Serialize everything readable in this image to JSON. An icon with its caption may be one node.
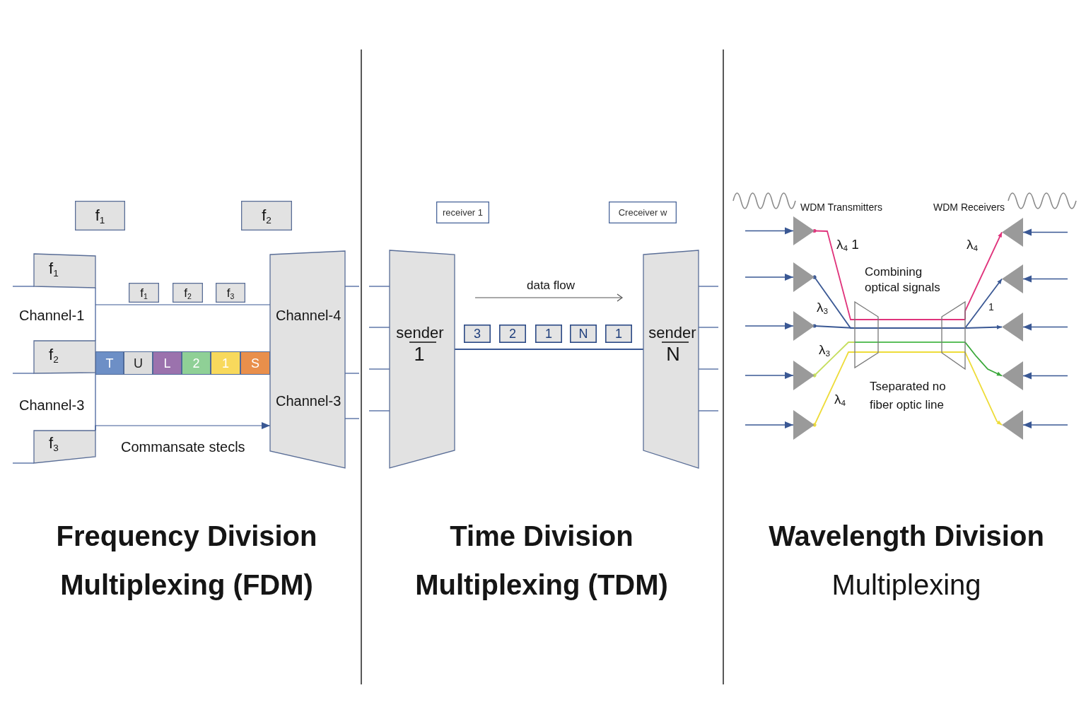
{
  "diagram": {
    "nodes": [
      {
        "text": [
          "f$_{1}$"
        ]
      },
      {
        "text": [
          "f$_{2}$"
        ]
      },
      {
        "text": [
          "f$_{1}$"
        ]
      },
      {
        "text": [
          "f$_{2}$"
        ]
      },
      {
        "text": [
          "f$_{3}$"
        ]
      },
      {
        "text": [
          "f$_{1}$"
        ]
      },
      {
        "text": [
          "f$_{2}$"
        ]
      },
      {
        "text": [
          "f$_{3}$"
        ]
      },
      {
        "text": [
          "Channel-4",
          "Channel-3"
        ]
      },
      {
        "text": [
          "T"
        ]
      },
      {
        "text": [
          "U"
        ]
      },
      {
        "text": [
          "L"
        ]
      },
      {
        "text": [
          "2"
        ]
      },
      {
        "text": [
          "1"
        ]
      },
      {
        "text": [
          "S"
        ]
      },
      {
        "text": [
          "receiver 1"
        ]
      },
      {
        "text": [
          "Creceiver w"
        ]
      },
      {
        "text": [
          "sender",
          "1"
        ]
      },
      {
        "text": [
          "sender",
          "N"
        ]
      },
      {
        "text": [
          "3"
        ]
      },
      {
        "text": [
          "2"
        ]
      },
      {
        "text": [
          "1"
        ]
      },
      {
        "text": [
          "N"
        ]
      },
      {
        "text": [
          "1"
        ]
      },
      {
        "text": [],
        "shape": "triangle"
      },
      {
        "text": [],
        "shape": "triangle"
      },
      {
        "text": [],
        "shape": "triangle"
      },
      {
        "text": [],
        "shape": "triangle"
      },
      {
        "text": [],
        "shape": "triangle"
      },
      {
        "text": [],
        "shape": "trapezoid"
      },
      {
        "text": [],
        "shape": "trapezoid"
      },
      {
        "text": [],
        "shape": "triangle"
      },
      {
        "text": [],
        "shape": "triangle"
      },
      {
        "text": [],
        "shape": "triangle"
      },
      {
        "text": [],
        "shape": "triangle"
      },
      {
        "text": [],
        "shape": "triangle"
      }
    ],
    "edges": [
      {
        "from": 2,
        "to": 3,
        "arrow": "none"
      },
      {
        "from": 3,
        "to": 4,
        "arrow": "none"
      },
      {
        "from": null,
        "to": 8,
        "arrow": "none"
      },
      {
        "from": 4,
        "to": 8,
        "arrow": "to"
      },
      {
        "from": null,
        "to": 2,
        "arrow": "none"
      },
      {
        "from": null,
        "to": 3,
        "arrow": "none"
      },
      {
        "from": null,
        "to": 4,
        "arrow": "none"
      },
      {
        "from": 8,
        "to": null,
        "arrow": "none"
      },
      {
        "from": 8,
        "to": null,
        "arrow": "none"
      },
      {
        "from": 8,
        "to": null,
        "arrow": "none"
      },
      {
        "from": 17,
        "to": 18,
        "arrow": "none"
      },
      {
        "from": null,
        "to": 17,
        "arrow": "none"
      },
      {
        "from": null,
        "to": 17,
        "arrow": "none"
      },
      {
        "from": null,
        "to": 17,
        "arrow": "none"
      },
      {
        "from": null,
        "to": 17,
        "arrow": "none"
      },
      {
        "from": 18,
        "to": null,
        "arrow": "none"
      },
      {
        "from": 18,
        "to": null,
        "arrow": "none"
      },
      {
        "from": 18,
        "to": null,
        "arrow": "none"
      },
      {
        "from": 18,
        "to": null,
        "arrow": "none"
      },
      {
        "from": null,
        "to": 24,
        "arrow": "to"
      },
      {
        "from": null,
        "to": 25,
        "arrow": "to"
      },
      {
        "from": null,
        "to": 26,
        "arrow": "to"
      },
      {
        "from": null,
        "to": 27,
        "arrow": "to"
      },
      {
        "from": null,
        "to": 28,
        "arrow": "to"
      },
      {
        "from": null,
        "to": 31,
        "arrow": "to"
      },
      {
        "from": null,
        "to": 32,
        "arrow": "to"
      },
      {
        "from": null,
        "to": 33,
        "arrow": "to"
      },
      {
        "from": null,
        "to": 34,
        "arrow": "to"
      },
      {
        "from": null,
        "to": 35,
        "arrow": "to"
      },
      {
        "from": 24,
        "to": 29,
        "arrow": "other",
        "label": "λ$_{4}$ 1",
        "color": "#e0347c"
      },
      {
        "from": 25,
        "to": 29,
        "arrow": "other",
        "label": "λ$_{3}$"
      },
      {
        "from": 26,
        "to": 29,
        "arrow": "other"
      },
      {
        "from": 27,
        "to": 29,
        "arrow": "other",
        "label": "λ$_{3}$",
        "color": "#c6de5e"
      },
      {
        "from": 28,
        "to": 29,
        "arrow": "other",
        "label": "λ$_{4}$",
        "color": "#eedc3a"
      },
      {
        "from": 29,
        "to": 30,
        "arrow": "none",
        "color": "#e0347c"
      },
      {
        "from": 29,
        "to": 30,
        "arrow": "none"
      },
      {
        "from": 29,
        "to": 30,
        "arrow": "none",
        "color": "#5cbf5c"
      },
      {
        "from": 29,
        "to": 30,
        "arrow": "none",
        "color": "#eedc3a"
      },
      {
        "from": 30,
        "to": 31,
        "arrow": "to",
        "label": "λ$_{4}$",
        "color": "#e0347c"
      },
      {
        "from": 30,
        "to": 32,
        "arrow": "to",
        "label": "1"
      },
      {
        "from": 30,
        "to": 33,
        "arrow": "to"
      },
      {
        "from": 30,
        "to": 34,
        "arrow": "to",
        "color": "#3aa83a"
      },
      {
        "from": 30,
        "to": 35,
        "arrow": "to",
        "color": "#eedc3a"
      }
    ],
    "labels": [
      "Channel-1",
      "Channel-3",
      "Commansate stecls",
      "data flow",
      "WDM Transmitters",
      "WDM Receivers",
      "Combining optical signals",
      "Tseparated no fiber optic line",
      "Frequency Division Multiplexing (FDM)",
      "Time Division Multiplexing (TDM)",
      "**Wavelength Division** Multiplexing"
    ]
  }
}
